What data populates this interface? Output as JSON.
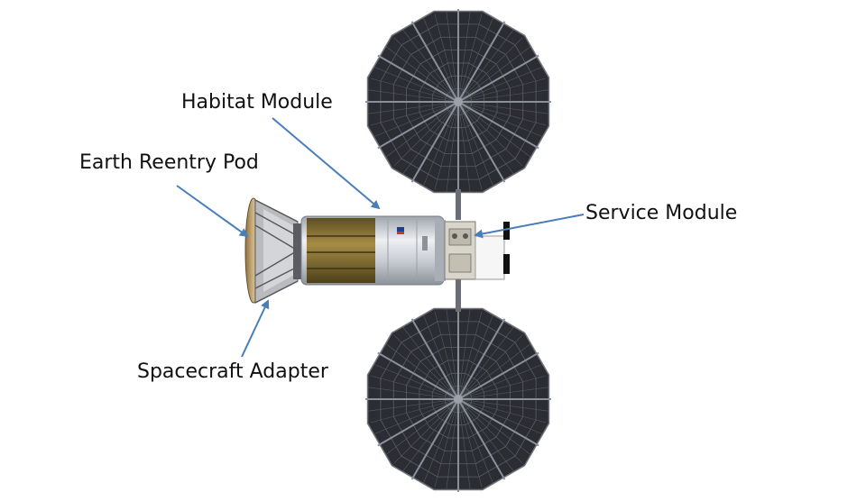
{
  "labels": {
    "habitat_module": "Habitat Module",
    "earth_reentry_pod": "Earth Reentry Pod",
    "service_module": "Service Module",
    "spacecraft_adapter": "Spacecraft Adapter"
  },
  "colors": {
    "arrow": "#4a7ebb",
    "panel_fill": "#2b2d33",
    "panel_line": "#8a8f99",
    "habitat_body": "#cfd3d8",
    "cargo_band": "#8a7434",
    "service_body": "#d9d6cc",
    "adapter_frame": "#7d7f84",
    "heat_shield": "#b89a62"
  }
}
